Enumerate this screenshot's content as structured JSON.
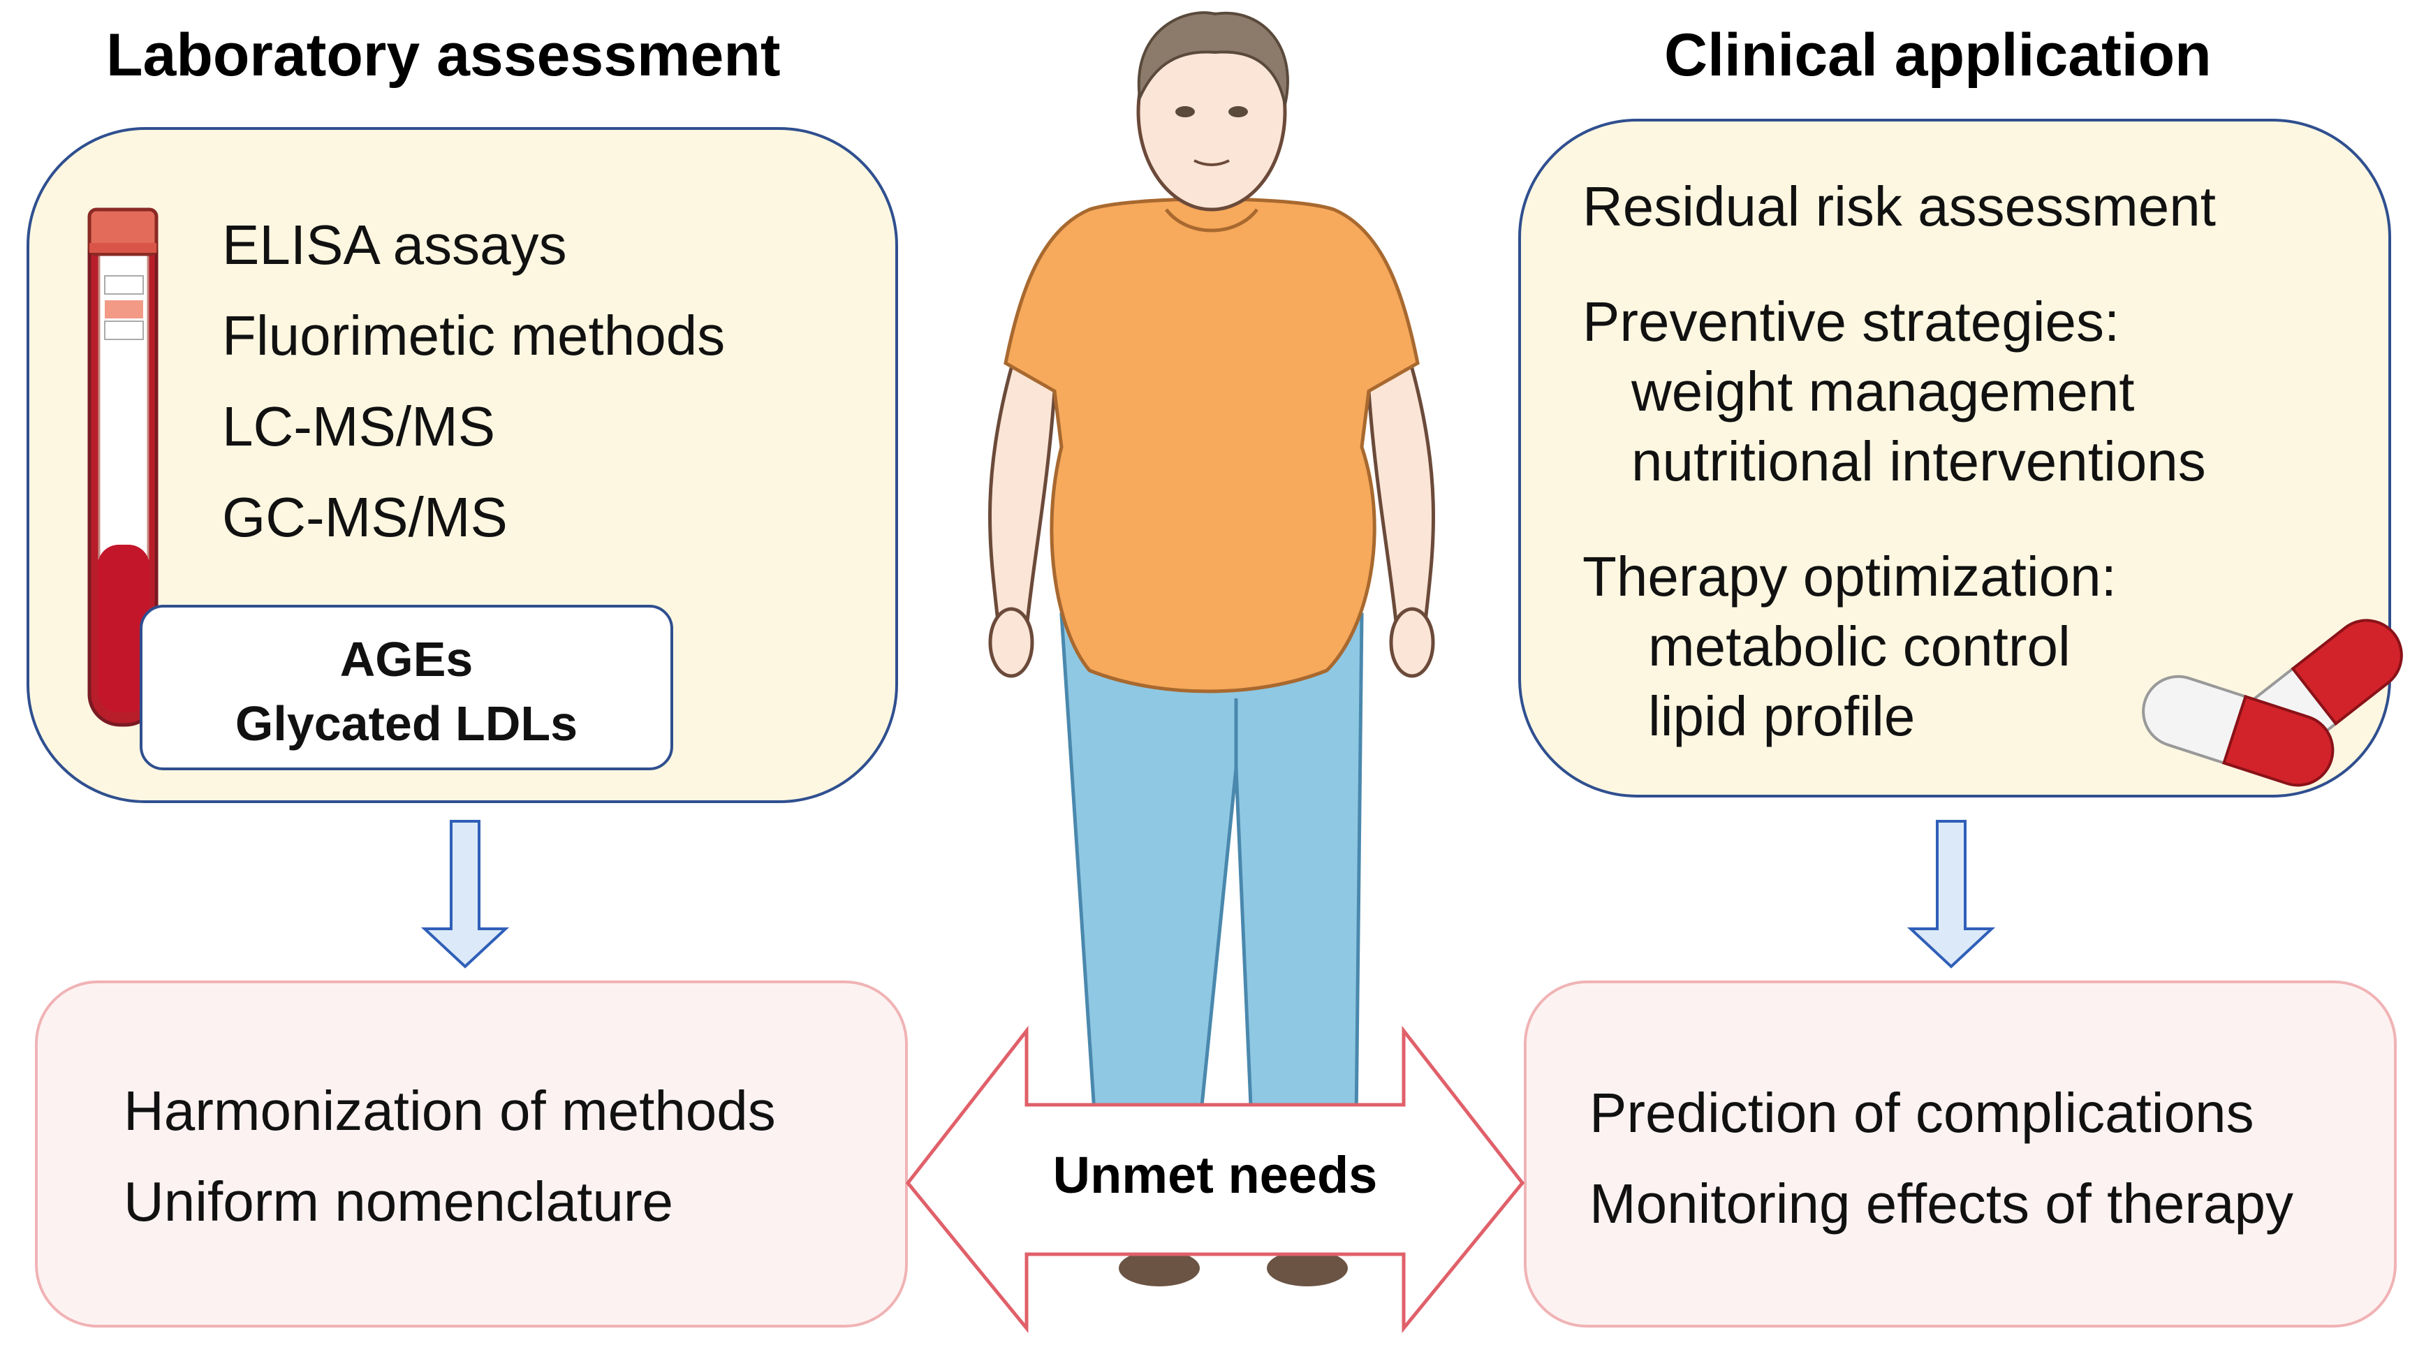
{
  "left": {
    "title": "Laboratory assessment",
    "methods": [
      "ELISA assays",
      "Fluorimetic methods",
      "LC-MS/MS",
      "GC-MS/MS"
    ],
    "analytes": [
      "AGEs",
      "Glycated LDLs"
    ],
    "needs": [
      "Harmonization of methods",
      "Uniform nomenclature"
    ]
  },
  "right": {
    "title": "Clinical application",
    "items": [
      "Residual risk assessment",
      "Preventive strategies:",
      "weight management",
      "nutritional interventions",
      "Therapy optimization:",
      "metabolic control",
      "lipid profile"
    ],
    "needs": [
      "Prediction of complications",
      "Monitoring effects of therapy"
    ]
  },
  "center": {
    "label": "Unmet needs"
  },
  "colors": {
    "panel_fill": "#fdf7e1",
    "panel_border": "#2f4f8f",
    "needs_fill": "#fdf2f2",
    "needs_border": "#f0b3b5",
    "arrow_fill": "#dce9f8",
    "double_arrow_border": "#e0606a",
    "shirt": "#f7a95c",
    "jeans": "#8fc8e3",
    "pill_red": "#d2232a"
  }
}
